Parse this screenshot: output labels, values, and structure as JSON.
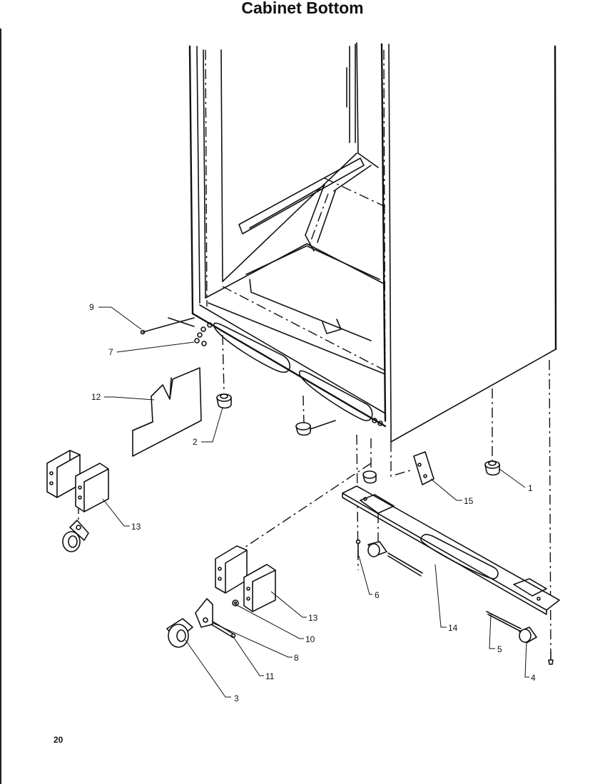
{
  "title": "Cabinet Bottom",
  "page_number": "20",
  "callouts": [
    {
      "id": "c1",
      "label": "1"
    },
    {
      "id": "c2",
      "label": "2"
    },
    {
      "id": "c3",
      "label": "3"
    },
    {
      "id": "c4",
      "label": "4"
    },
    {
      "id": "c5",
      "label": "5"
    },
    {
      "id": "c6",
      "label": "6"
    },
    {
      "id": "c7",
      "label": "7"
    },
    {
      "id": "c8",
      "label": "8"
    },
    {
      "id": "c9",
      "label": "9"
    },
    {
      "id": "c10",
      "label": "10"
    },
    {
      "id": "c11",
      "label": "11"
    },
    {
      "id": "c12",
      "label": "12"
    },
    {
      "id": "c13a",
      "label": "13"
    },
    {
      "id": "c13b",
      "label": "13"
    },
    {
      "id": "c14",
      "label": "14"
    },
    {
      "id": "c15",
      "label": "15"
    }
  ]
}
